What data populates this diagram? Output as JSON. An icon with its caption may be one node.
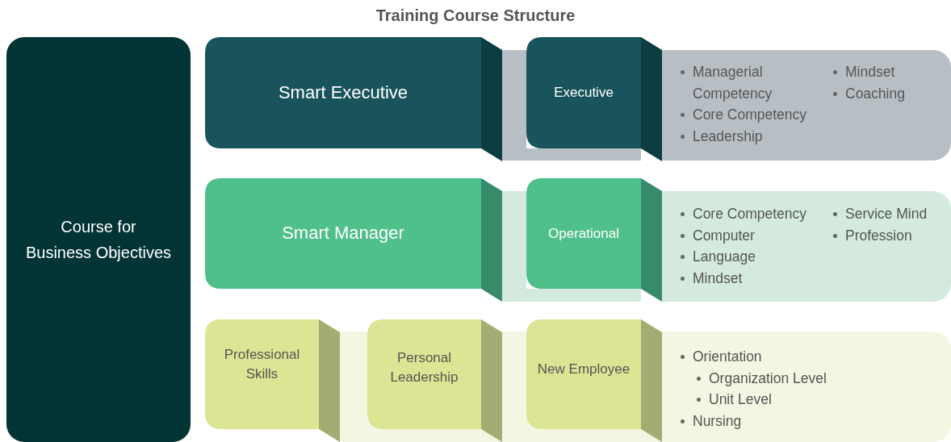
{
  "diagram": {
    "title": "Training Course Structure",
    "nodes": [
      {
        "text": [
          "Course for Business Objectives"
        ]
      },
      {
        "text": [
          "Smart Executive"
        ]
      },
      {
        "text": [
          "Executive"
        ]
      },
      {
        "text": [
          "Managerial Competency",
          "Core Competency",
          "Leadership",
          "Mindset",
          "Coaching"
        ]
      },
      {
        "text": [
          "Smart Manager"
        ]
      },
      {
        "text": [
          "Operational"
        ]
      },
      {
        "text": [
          "Core Competency",
          "Computer",
          "Language",
          "Mindset",
          "Service Mind",
          "Profession"
        ]
      },
      {
        "text": [
          "Professional Skills"
        ]
      },
      {
        "text": [
          "Personal Leadership"
        ]
      },
      {
        "text": [
          "New Employee"
        ]
      },
      {
        "text": [
          "Orientation",
          "Organization Level",
          "Unit Level",
          "Nursing"
        ]
      }
    ],
    "edges": []
  }
}
